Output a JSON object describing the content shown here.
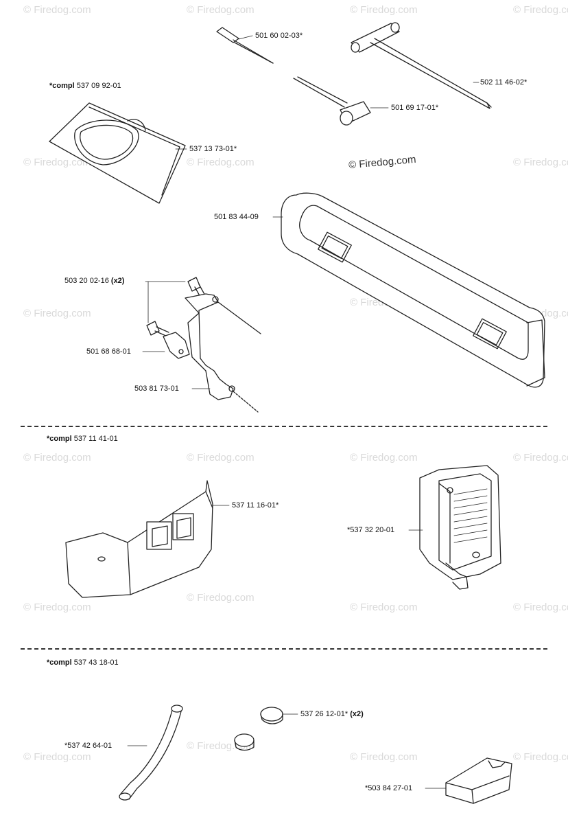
{
  "watermark": "© Firedog.com",
  "main_watermark": "© Firedog.com",
  "sections": [
    {
      "compl_label": "*compl",
      "compl_number": "537 09 92-01",
      "parts": [
        {
          "id": "p1",
          "number": "501 60 02-03*",
          "suffix": ""
        },
        {
          "id": "p2",
          "number": "502 11 46-02*",
          "suffix": ""
        },
        {
          "id": "p3",
          "number": "501 69 17-01*",
          "suffix": ""
        },
        {
          "id": "p4",
          "number": "537 13 73-01*",
          "suffix": ""
        },
        {
          "id": "p5",
          "number": "501 83 44-09",
          "suffix": ""
        },
        {
          "id": "p6",
          "number": "503 20 02-16",
          "suffix": "(x2)"
        },
        {
          "id": "p7",
          "number": "501 68 68-01",
          "suffix": ""
        },
        {
          "id": "p8",
          "number": "503 81 73-01",
          "suffix": ""
        }
      ]
    },
    {
      "compl_label": "*compl",
      "compl_number": "537 11 41-01",
      "parts": [
        {
          "id": "p9",
          "number": "537 11 16-01*",
          "suffix": ""
        },
        {
          "id": "p10",
          "number": "*537 32 20-01",
          "suffix": ""
        }
      ]
    },
    {
      "compl_label": "*compl",
      "compl_number": "537 43 18-01",
      "parts": [
        {
          "id": "p11",
          "number": "537 26 12-01*",
          "suffix": "(x2)"
        },
        {
          "id": "p12",
          "number": "*537 42 64-01",
          "suffix": ""
        },
        {
          "id": "p13",
          "number": "*503 84 27-01",
          "suffix": ""
        }
      ]
    }
  ]
}
